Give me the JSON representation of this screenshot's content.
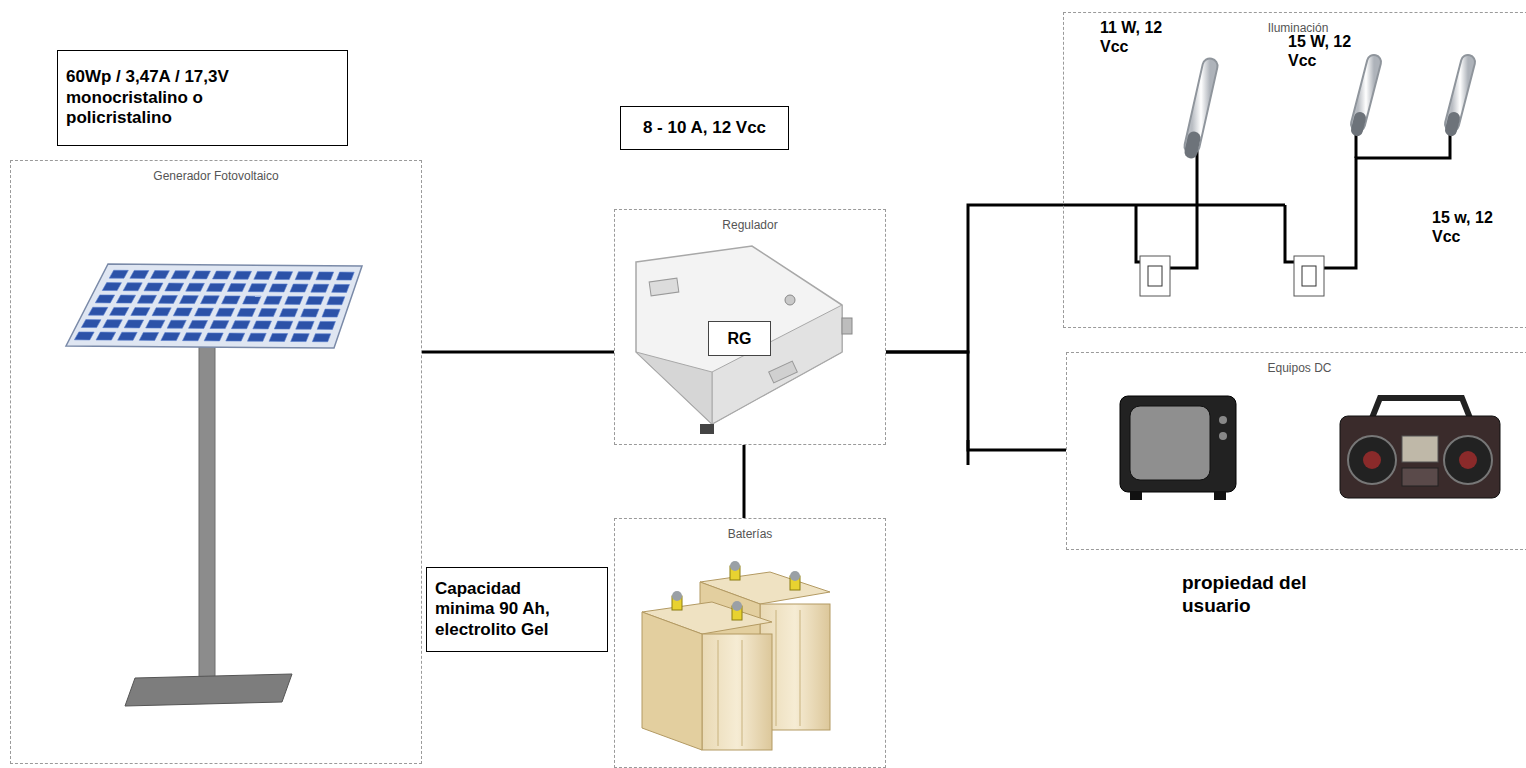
{
  "diagram": {
    "nodes": [
      {
        "text": [
          "60Wp / 3,47A / 17,3V monocristalino o policristalino"
        ]
      },
      {
        "text": [
          "Generador Fotovoltaico"
        ]
      },
      {
        "text": [
          "8 - 10 A, 12 Vcc"
        ]
      },
      {
        "text": [
          "Regulador"
        ]
      },
      {
        "text": [
          "RG"
        ],
        "in": 3
      },
      {
        "text": [
          "Capacidad minima 90 Ah, electrolito Gel"
        ]
      },
      {
        "text": [
          "Baterías"
        ]
      },
      {
        "text": [
          "Iluminación"
        ]
      },
      {
        "text": [
          "Equipos DC"
        ]
      }
    ],
    "edges": [
      {
        "from": 1,
        "to": 3,
        "arrow": "none"
      },
      {
        "from": 3,
        "to": 6,
        "arrow": "none"
      },
      {
        "from": 3,
        "to": 7,
        "arrow": "none"
      },
      {
        "from": 3,
        "to": 8,
        "arrow": "none"
      }
    ],
    "labels": [
      "11 W, 12 Vcc",
      "15 W, 12 Vcc",
      "15 w, 12 Vcc",
      "propiedad del usuario"
    ]
  }
}
